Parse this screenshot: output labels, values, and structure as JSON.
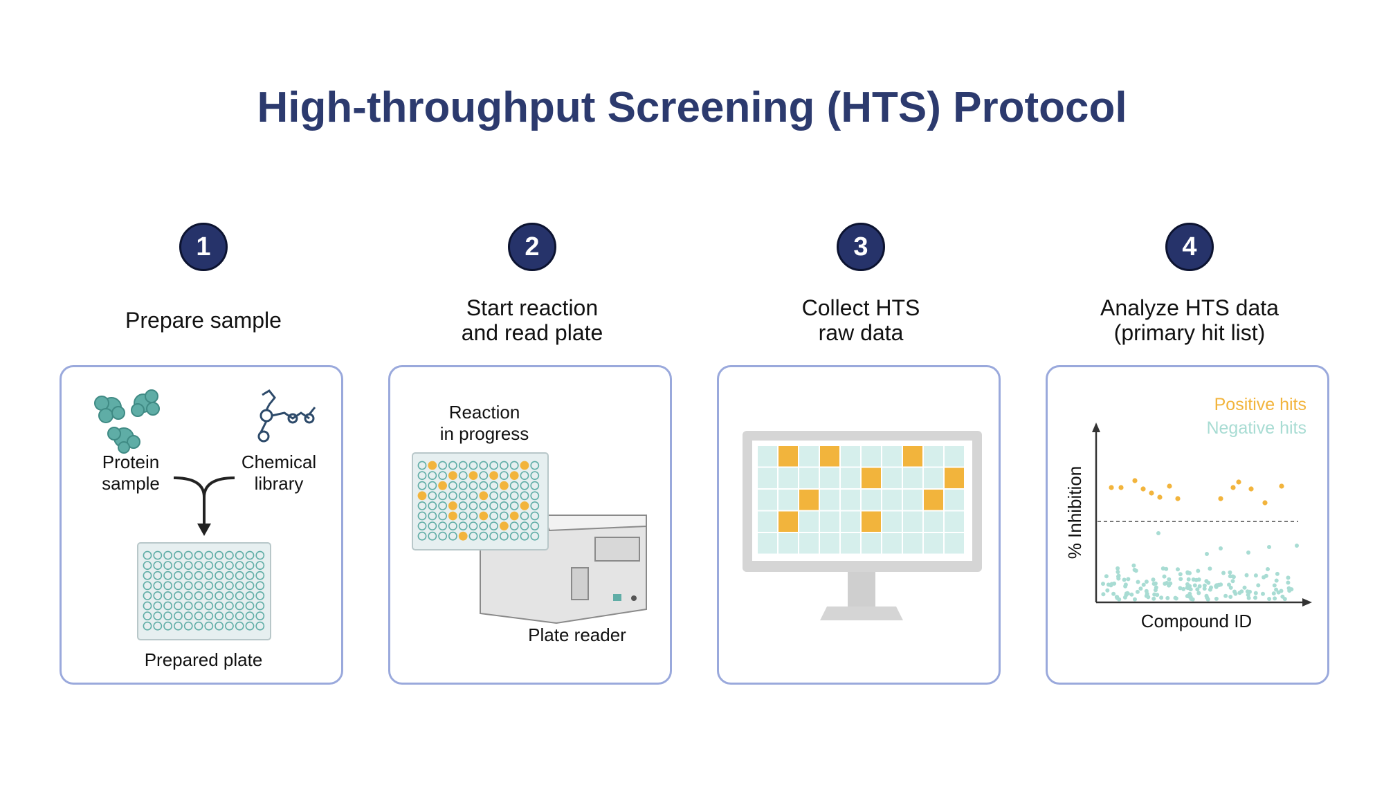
{
  "title": "High-throughput Screening (HTS) Protocol",
  "steps": [
    {
      "number": "1",
      "label": "Prepare sample"
    },
    {
      "number": "2",
      "label": "Start reaction\nand read plate"
    },
    {
      "number": "3",
      "label": "Collect HTS\nraw data"
    },
    {
      "number": "4",
      "label": "Analyze HTS data\n(primary hit list)"
    }
  ],
  "panel1": {
    "protein": "Protein\nsample",
    "library": "Chemical\nlibrary",
    "plate": "Prepared plate"
  },
  "panel2": {
    "reaction": "Reaction\nin progress",
    "reader": "Plate reader"
  },
  "panel3": {
    "grid_rows": 5,
    "grid_cols": 10,
    "hit_cells": [
      [
        0,
        1
      ],
      [
        0,
        3
      ],
      [
        0,
        7
      ],
      [
        1,
        5
      ],
      [
        1,
        9
      ],
      [
        2,
        2
      ],
      [
        2,
        8
      ],
      [
        3,
        1
      ],
      [
        3,
        5
      ]
    ],
    "hit_color": "#f2b43c",
    "cell_color": "#d6efec"
  },
  "panel4": {
    "legend_positive": "Positive hits",
    "legend_negative": "Negative hits",
    "ylabel": "% Inhibition",
    "xlabel": "Compound ID",
    "positive_color": "#f2b43c",
    "negative_color": "#a8dcd3"
  },
  "colors": {
    "title": "#2c3a6e",
    "badge": "#26336a",
    "card_border": "#9aa9dc",
    "teal": "#5fada6",
    "orange": "#f2b43c"
  }
}
